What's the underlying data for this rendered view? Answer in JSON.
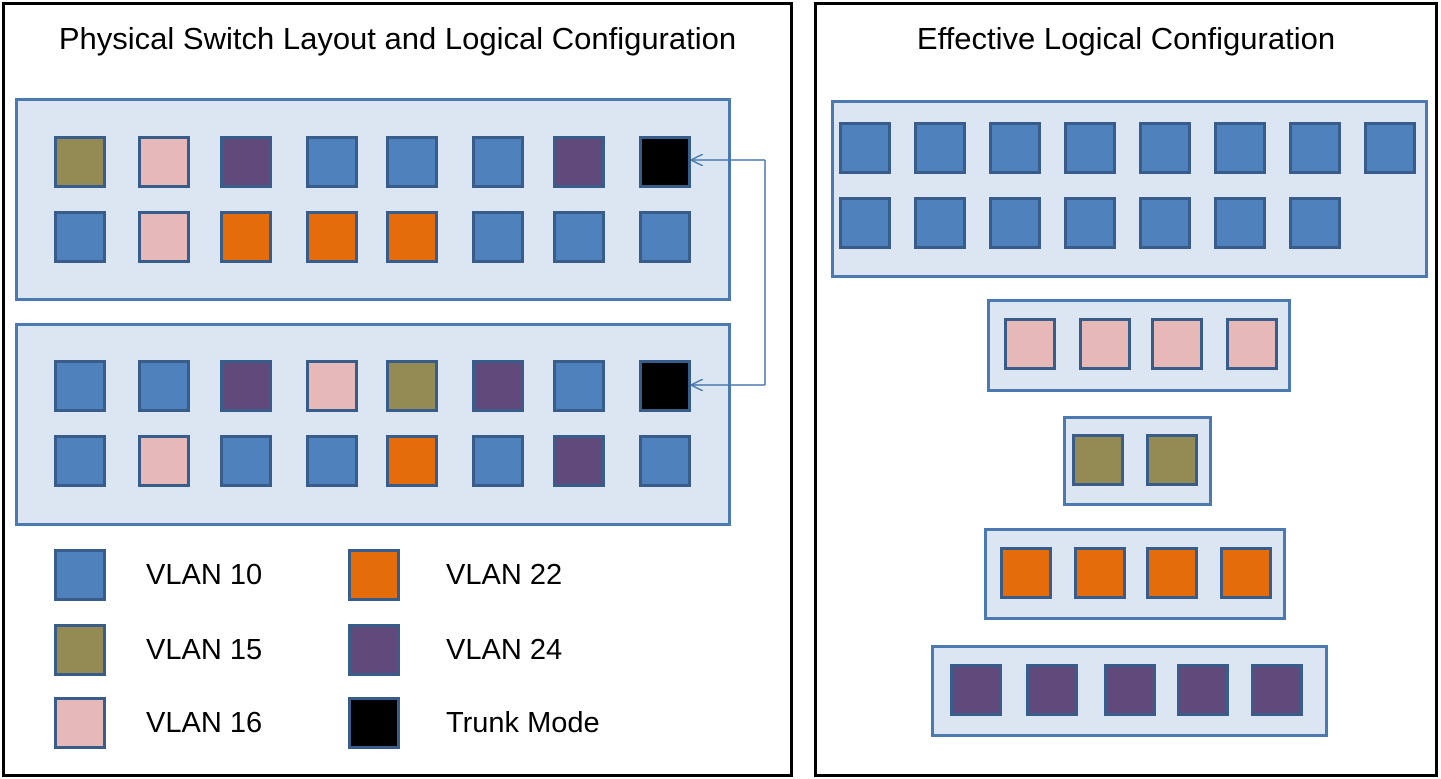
{
  "colors": {
    "vlan10": "#4f81bd",
    "vlan15": "#948a54",
    "vlan16": "#e6b9b8",
    "vlan22": "#e46c0a",
    "vlan24": "#604a7b",
    "trunk": "#000000"
  },
  "left_panel": {
    "title": "Physical Switch Layout and Logical Configuration",
    "switch1": {
      "row1": [
        "vlan15",
        "vlan16",
        "vlan24",
        "vlan10",
        "vlan10",
        "vlan10",
        "vlan24",
        "trunk"
      ],
      "row2": [
        "vlan10",
        "vlan16",
        "vlan22",
        "vlan22",
        "vlan22",
        "vlan10",
        "vlan10",
        "vlan10"
      ]
    },
    "switch2": {
      "row1": [
        "vlan10",
        "vlan10",
        "vlan24",
        "vlan16",
        "vlan15",
        "vlan24",
        "vlan10",
        "trunk"
      ],
      "row2": [
        "vlan10",
        "vlan16",
        "vlan10",
        "vlan10",
        "vlan22",
        "vlan10",
        "vlan24",
        "vlan10"
      ]
    }
  },
  "legend": [
    {
      "key": "vlan10",
      "label": "VLAN 10"
    },
    {
      "key": "vlan15",
      "label": "VLAN 15"
    },
    {
      "key": "vlan16",
      "label": "VLAN 16"
    },
    {
      "key": "vlan22",
      "label": "VLAN 22"
    },
    {
      "key": "vlan24",
      "label": "VLAN 24"
    },
    {
      "key": "trunk",
      "label": "Trunk Mode"
    }
  ],
  "right_panel": {
    "title": "Effective Logical Configuration",
    "groups": [
      {
        "vlan": "vlan10",
        "count": 15
      },
      {
        "vlan": "vlan16",
        "count": 4
      },
      {
        "vlan": "vlan15",
        "count": 2
      },
      {
        "vlan": "vlan22",
        "count": 4
      },
      {
        "vlan": "vlan24",
        "count": 5
      }
    ]
  }
}
